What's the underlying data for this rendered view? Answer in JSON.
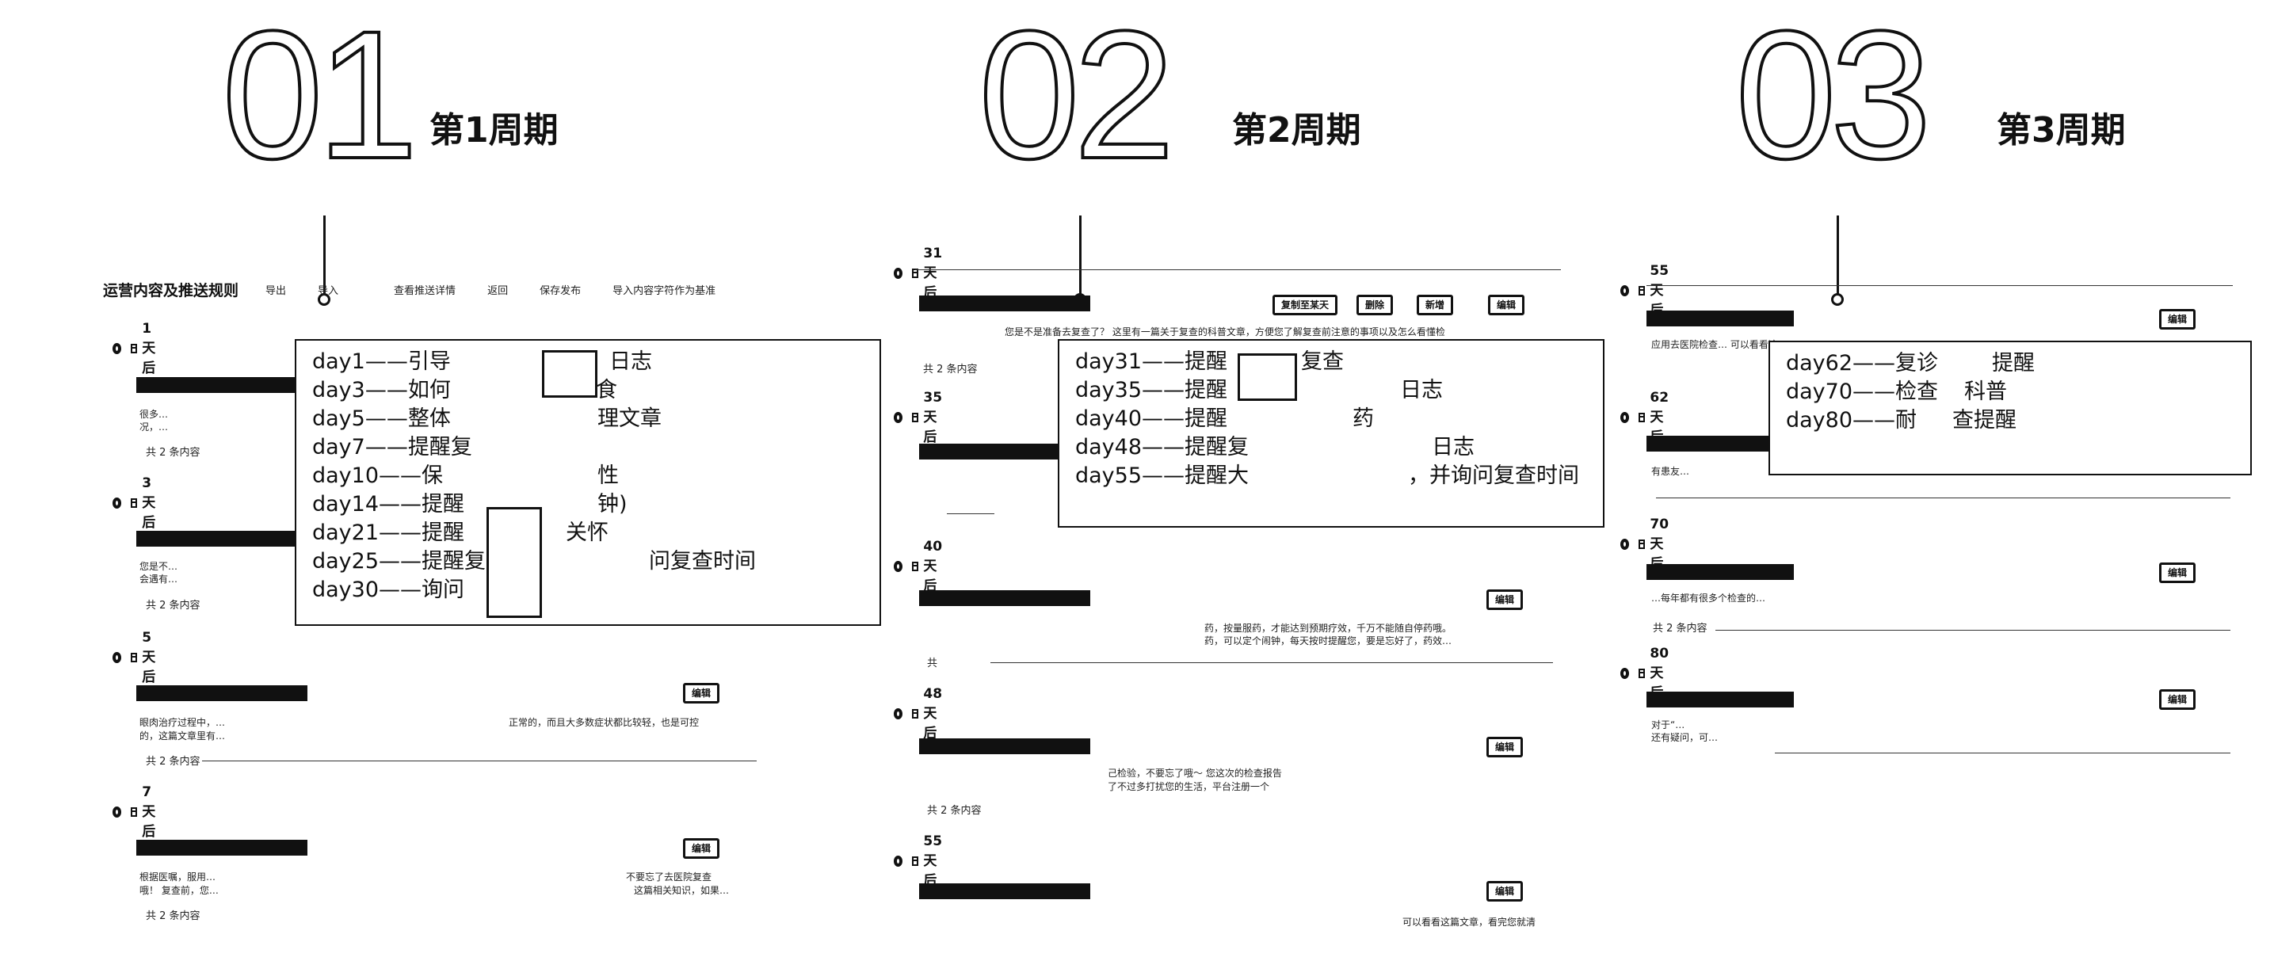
{
  "periods": [
    {
      "num": "01",
      "label": "第1周期"
    },
    {
      "num": "02",
      "label": "第2周期"
    },
    {
      "num": "03",
      "label": "第3周期"
    }
  ],
  "panel1": {
    "toolbar_title": "运营内容及推送规则",
    "toolbar_buttons": [
      "导出",
      "导入",
      "查看推送详情",
      "返回",
      "保存发布",
      "导入内容字符作为基准"
    ],
    "sections": [
      {
        "title": "1天后",
        "count": "共 2 条内容",
        "lines": [
          "很多…",
          "况，…"
        ]
      },
      {
        "title": "3天后",
        "count": "共 2 条内容",
        "lines": [
          "您是不…",
          "会遇有…"
        ]
      },
      {
        "title": "5天后",
        "count": "共 2 条内容",
        "lines": [
          "眼肉治疗过程中，…",
          "的，这篇文章里有…"
        ],
        "right_line": "正常的，而且大多数症状都比较轻，也是可控",
        "edit": "编辑"
      },
      {
        "title": "7天后",
        "count": "共 2 条内容",
        "lines": [
          "根据医嘱，服用…",
          "哦！ 复查前，您…"
        ],
        "right_line": "不要忘了去医院复查",
        "right_line2": "这篇相关知识，如果…",
        "edit": "编辑"
      }
    ],
    "overlay_rows": [
      "day1——引导",
      "day3——如何",
      "day5——整体",
      "day7——提醒复",
      "day10——保",
      "day14——提醒",
      "day21——提醒",
      "day25——提醒复",
      "day30——询问"
    ],
    "overlay_fragments": [
      "日志",
      "食",
      "理文章",
      "性",
      "钟)",
      "关怀",
      "问复查时间"
    ]
  },
  "panel2": {
    "sections": [
      {
        "title": "31天后",
        "line": "您是不是准备去复查了？ 这里有一篇关于复查的科普文章，方便您了解复查前注意的事项以及怎么看懂检",
        "count": "共 2 条内容",
        "buttons": [
          "复制至某天",
          "删除",
          "新增",
          "编辑"
        ]
      },
      {
        "title": "35天后",
        "line": "",
        "count": "",
        "edit": ""
      },
      {
        "title": "40天后",
        "line": "药，按量服药，才能达到预期疗效，千万不能随自停药哦。",
        "line2": "药，可以定个闹钟，每天按时提醒您，要是忘好了，药效…",
        "count": "共",
        "edit": "编辑"
      },
      {
        "title": "48天后",
        "line": "己检验，不要忘了哦～ 您这次的检查报告",
        "line2": "了不过多打扰您的生活，平台注册一个",
        "count": "共 2 条内容",
        "edit": "编辑"
      },
      {
        "title": "55天后",
        "line": "可以看看这篇文章，看完您就清",
        "count": "",
        "edit": "编辑"
      }
    ],
    "overlay_rows": [
      "day31——提醒",
      "day35——提醒",
      "day40——提醒",
      "day48——提醒复",
      "day55——提醒大"
    ],
    "overlay_fragments": [
      "复查",
      "日志",
      "药",
      "日志",
      "，并询问复查时间"
    ]
  },
  "panel3": {
    "sections": [
      {
        "title": "55天后",
        "line": "应用去医院检查… 可以看看这篇文章，",
        "edit": "编辑"
      },
      {
        "title": "62天后",
        "line": "有患友…",
        "edit": ""
      },
      {
        "title": "70天后",
        "line": "…每年都有很多个检查的…",
        "count": "共 2 条内容",
        "edit": "编辑"
      },
      {
        "title": "80天后",
        "line": "对于“…",
        "line2": "还有疑问，可…",
        "edit": "编辑"
      }
    ],
    "overlay_rows": [
      "day62——复诊",
      "day70——检查",
      "day80——耐"
    ],
    "overlay_fragments": [
      "提醒",
      "科普",
      "查提醒"
    ]
  }
}
